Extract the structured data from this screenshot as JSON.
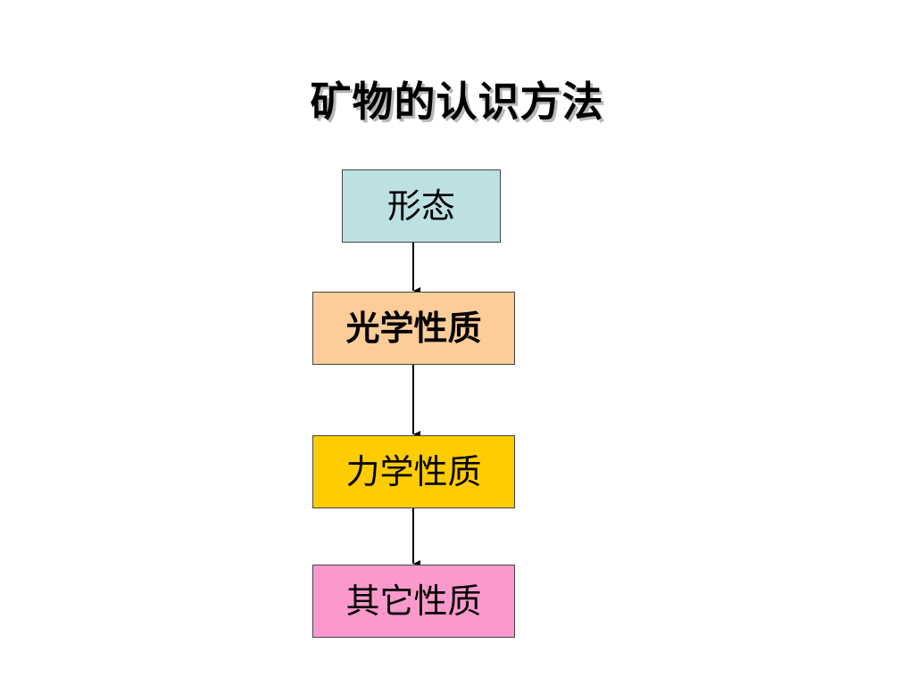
{
  "slide": {
    "title": "矿物的认识方法"
  },
  "flowchart": {
    "steps": [
      {
        "label": "形态",
        "fill": "#bde0e3"
      },
      {
        "label": "光学性质",
        "fill": "#fccd98"
      },
      {
        "label": "力学性质",
        "fill": "#fecc00"
      },
      {
        "label": "其它性质",
        "fill": "#fc99cc"
      }
    ],
    "line_color": "#000000"
  }
}
